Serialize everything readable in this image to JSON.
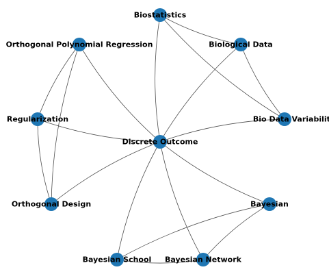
{
  "colors": {
    "node_fill": "#1f77b4",
    "edge_stroke": "#4d4d4d",
    "label_text": "#000000"
  },
  "nodes": [
    {
      "id": "biostat",
      "label": "Biostatistics"
    },
    {
      "id": "biodata",
      "label": "Biological Data"
    },
    {
      "id": "opr",
      "label": "Orthogonal Polynomial Regression"
    },
    {
      "id": "reg",
      "label": "Regularization"
    },
    {
      "id": "bdv",
      "label": "Bio Data Variability"
    },
    {
      "id": "disc",
      "label": "Discrete Outcome"
    },
    {
      "id": "od",
      "label": "Orthogonal Design"
    },
    {
      "id": "bayes",
      "label": "Bayesian"
    },
    {
      "id": "bschool",
      "label": "Bayesian School"
    },
    {
      "id": "bnet",
      "label": "Bayesian Network"
    }
  ],
  "edges": [
    [
      "biostat",
      "biodata"
    ],
    [
      "biostat",
      "bdv"
    ],
    [
      "biostat",
      "disc"
    ],
    [
      "biodata",
      "bdv"
    ],
    [
      "biodata",
      "disc"
    ],
    [
      "opr",
      "reg"
    ],
    [
      "opr",
      "disc"
    ],
    [
      "opr",
      "od"
    ],
    [
      "reg",
      "disc"
    ],
    [
      "reg",
      "od"
    ],
    [
      "bdv",
      "disc"
    ],
    [
      "disc",
      "od"
    ],
    [
      "disc",
      "bayes"
    ],
    [
      "disc",
      "bschool"
    ],
    [
      "disc",
      "bnet"
    ],
    [
      "bayes",
      "bschool"
    ],
    [
      "bayes",
      "bnet"
    ],
    [
      "bschool",
      "bnet"
    ]
  ]
}
